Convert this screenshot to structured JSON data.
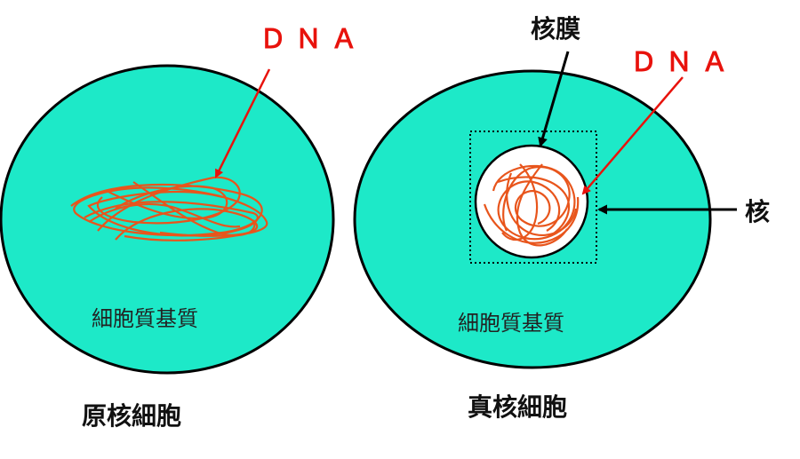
{
  "prokaryote": {
    "dna_label": "ＤＮＡ",
    "cytoplasm_label": "細胞質基質",
    "cell_label": "原核細胞"
  },
  "eukaryote": {
    "nuclear_membrane_label": "核膜",
    "dna_label": "ＤＮＡ",
    "nucleus_label": "核",
    "cytoplasm_label": "細胞質基質",
    "cell_label": "真核細胞"
  },
  "colors": {
    "cytoplasm": "#1de9c8",
    "dna": "#e8551c",
    "label_red": "#e8120c",
    "outline": "#000000"
  }
}
